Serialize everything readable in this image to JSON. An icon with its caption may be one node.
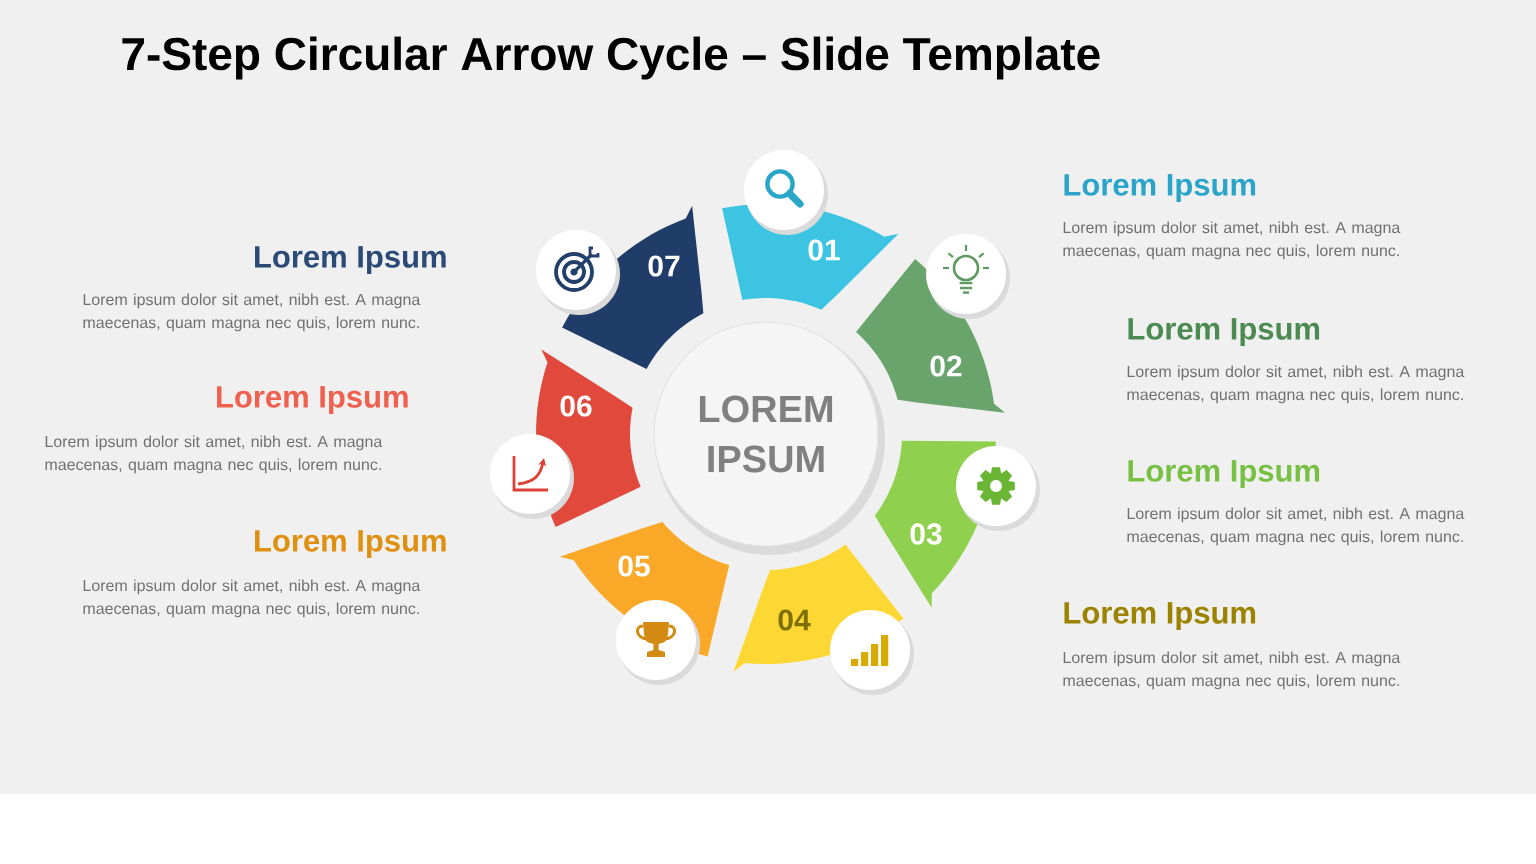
{
  "diagram": {
    "title": "7-Step Circular Arrow Cycle – Slide Template",
    "nodes": [
      {
        "text": [
          "LOREM IPSUM"
        ]
      },
      {
        "text": [
          "01"
        ],
        "beside": [
          "Lorem Ipsum",
          "Lorem ipsum dolor sit amet, nibh est. A magna maecenas, quam magna nec quis, lorem nunc."
        ]
      },
      {
        "text": [
          "02"
        ],
        "beside": [
          "Lorem Ipsum",
          "Lorem ipsum dolor sit amet, nibh est. A magna maecenas, quam magna nec quis, lorem nunc."
        ]
      },
      {
        "text": [
          "03"
        ],
        "beside": [
          "Lorem Ipsum",
          "Lorem ipsum dolor sit amet, nibh est. A magna maecenas, quam magna nec quis, lorem nunc."
        ]
      },
      {
        "text": [
          "04"
        ],
        "beside": [
          "Lorem Ipsum",
          "Lorem ipsum dolor sit amet, nibh est. A magna maecenas, quam magna nec quis, lorem nunc."
        ]
      },
      {
        "text": [
          "05"
        ],
        "beside": [
          "Lorem Ipsum",
          "Lorem ipsum dolor sit amet, nibh est. A magna maecenas, quam magna nec quis, lorem nunc."
        ]
      },
      {
        "text": [
          "06"
        ],
        "beside": [
          "Lorem Ipsum",
          "Lorem ipsum dolor sit amet, nibh est. A magna maecenas, quam magna nec quis, lorem nunc."
        ]
      },
      {
        "text": [
          "07"
        ],
        "beside": [
          "Lorem Ipsum",
          "Lorem ipsum dolor sit amet, nibh est. A magna maecenas, quam magna nec quis, lorem nunc."
        ]
      }
    ]
  }
}
